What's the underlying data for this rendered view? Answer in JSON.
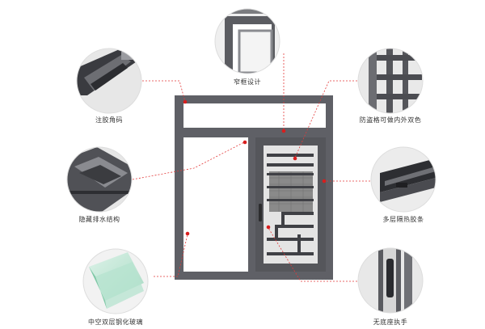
{
  "features": [
    {
      "id": "top",
      "label": "窄框设计",
      "icon": "narrow-frame-closeup"
    },
    {
      "id": "tl",
      "label": "注胶角码",
      "icon": "corner-glue-closeup"
    },
    {
      "id": "tr",
      "label": "防盗格可做内外双色",
      "icon": "security-grille-closeup"
    },
    {
      "id": "ml",
      "label": "隐藏排水结构",
      "icon": "hidden-drainage-closeup"
    },
    {
      "id": "mr",
      "label": "多层隔热胶条",
      "icon": "insulation-strip-closeup"
    },
    {
      "id": "bl",
      "label": "中空双层钢化玻璃",
      "icon": "double-glass-closeup"
    },
    {
      "id": "br",
      "label": "无底座执手",
      "icon": "handle-closeup"
    }
  ],
  "colors": {
    "frame": "#5f6066",
    "frame_dark": "#45464b",
    "leader": "#e33a3a",
    "dot": "#d81e1e",
    "glass": "#ffffff",
    "label": "#333333"
  }
}
